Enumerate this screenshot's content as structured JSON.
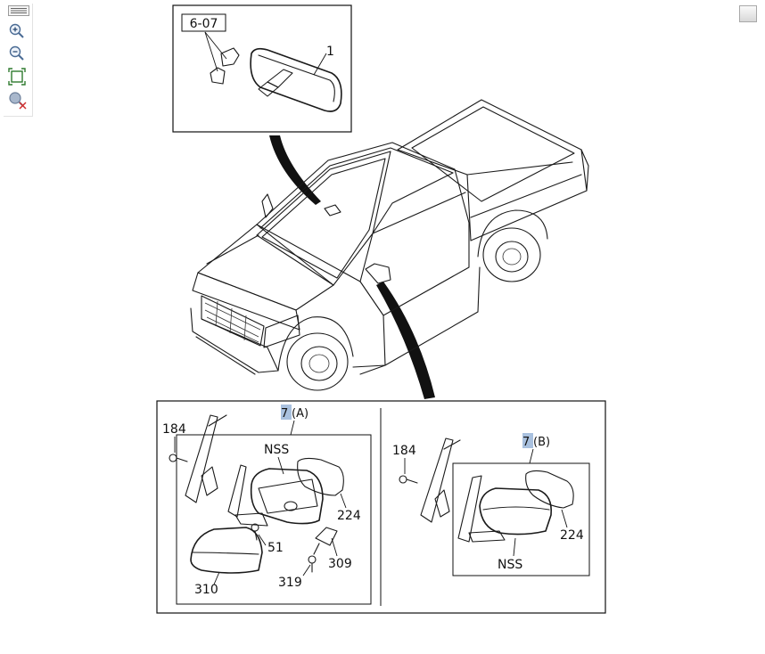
{
  "toolbar": {
    "menu_icon": "menu-lines-icon",
    "zoom_in_icon": "zoom-in-icon",
    "zoom_out_icon": "zoom-out-icon",
    "fit_icon": "fit-to-window-icon",
    "reset_icon": "zoom-reset-icon"
  },
  "diagram": {
    "inset_top": {
      "ref_box": "6-07",
      "callout_1": "1"
    },
    "panel_a": {
      "hotspot": "7",
      "variant": "(A)",
      "label_184": "184",
      "label_nss": "NSS",
      "label_224": "224",
      "label_51": "51",
      "label_309": "309",
      "label_319": "319",
      "label_310": "310"
    },
    "panel_b": {
      "hotspot": "7",
      "variant": "(B)",
      "label_184": "184",
      "label_224": "224",
      "label_nss": "NSS"
    }
  },
  "colors": {
    "hotspot_highlight": "#a9c1df",
    "line": "#1a1a1a"
  }
}
